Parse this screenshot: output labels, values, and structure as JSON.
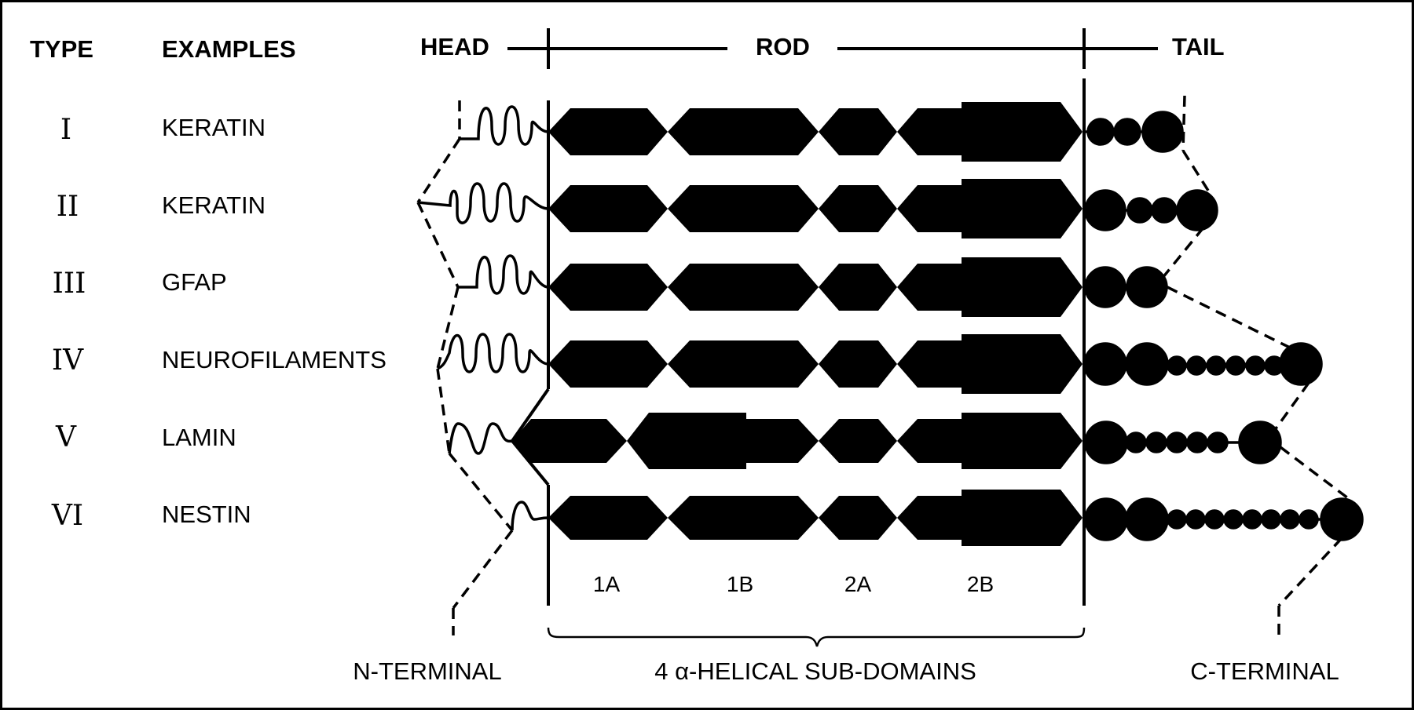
{
  "headers": {
    "type": "TYPE",
    "examples": "EXAMPLES",
    "head": "HEAD",
    "rod": "ROD",
    "tail": "TAIL"
  },
  "rows": [
    {
      "type": "I",
      "example": "KERATIN"
    },
    {
      "type": "II",
      "example": "KERATIN"
    },
    {
      "type": "III",
      "example": "GFAP"
    },
    {
      "type": "IV",
      "example": "NEUROFILAMENTS"
    },
    {
      "type": "V",
      "example": "LAMIN"
    },
    {
      "type": "VI",
      "example": "NESTIN"
    }
  ],
  "subdomains": [
    "1A",
    "1B",
    "2A",
    "2B"
  ],
  "bottom_labels": {
    "n_terminal": "N-TERMINAL",
    "helical": "4 α-HELICAL SUB-DOMAINS",
    "c_terminal": "C-TERMINAL"
  },
  "colors": {
    "ink": "#000000",
    "background": "#ffffff"
  }
}
